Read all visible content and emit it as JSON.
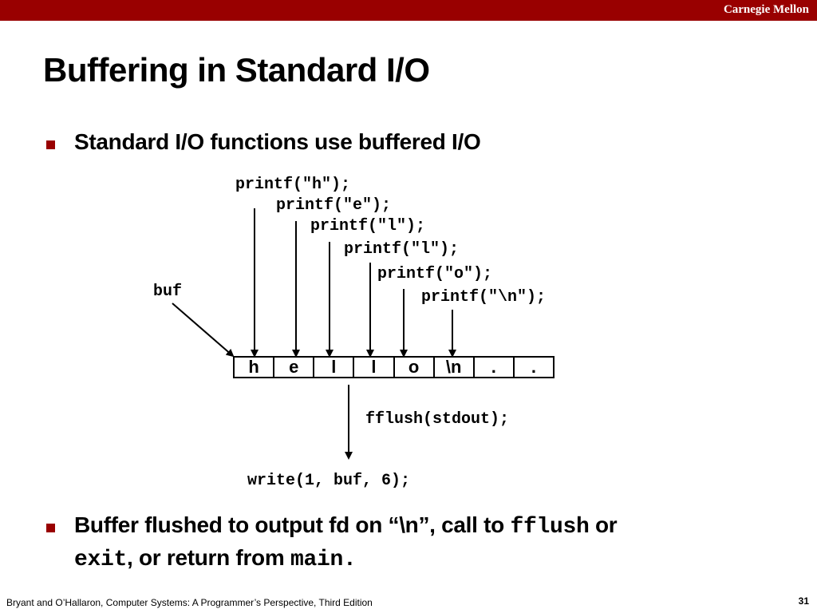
{
  "header": {
    "institution": "Carnegie Mellon"
  },
  "slide": {
    "title": "Buffering in Standard I/O",
    "bullet1": "Standard I/O functions use buffered I/O",
    "bullet2": {
      "part1": "Buffer flushed to output fd on “\\n”, call to ",
      "code1": "fflush",
      "part2": " or",
      "code2": "exit",
      "part3": ",  or return from ",
      "code3": "main."
    }
  },
  "diagram": {
    "printf_calls": [
      "printf(\"h\");",
      "printf(\"e\");",
      "printf(\"l\");",
      "printf(\"l\");",
      "printf(\"o\");",
      "printf(\"\\n\");"
    ],
    "buf_label": "buf",
    "buffer_cells": [
      "h",
      "e",
      "l",
      "l",
      "o",
      "\\n",
      ".",
      "."
    ],
    "fflush_call": "fflush(stdout);",
    "write_call": "write(1, buf, 6);"
  },
  "footer": {
    "citation": "Bryant and O’Hallaron, Computer Systems: A Programmer’s Perspective, Third Edition",
    "page": "31"
  },
  "colors": {
    "accent": "#990000"
  }
}
